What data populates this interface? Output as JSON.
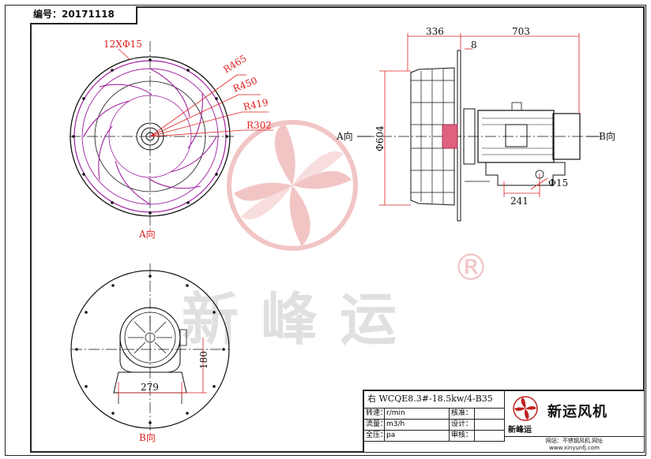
{
  "drawing_number": {
    "label": "编号：",
    "value": "20171118"
  },
  "watermark": {
    "brand": "新峰运",
    "registered": "®"
  },
  "front_view": {
    "holes": "12XΦ15",
    "r465": "R465",
    "r450": "R450",
    "r419": "R419",
    "r302": "R302",
    "view_label": "A向"
  },
  "side_view": {
    "dim_336": "336",
    "dim_8": "8",
    "dim_703": "703",
    "dim_604": "Φ604",
    "dim_241": "241",
    "dim_phi15": "Φ15",
    "label_a": "A向",
    "label_b": "B向"
  },
  "rear_view": {
    "dim_279": "279",
    "dim_180": "180",
    "view_label": "B向"
  },
  "title_block": {
    "model": "右 WCQE8.3#-18.5kw/4-B35",
    "rows": [
      {
        "label": "转速：",
        "unit": "r/min",
        "role": "核准："
      },
      {
        "label": "流量：",
        "unit": "m3/h",
        "role": "设计："
      },
      {
        "label": "全压：",
        "unit": "pa",
        "role": "审核："
      }
    ],
    "company": "新运风机",
    "brand_small": "新峰运",
    "website_label": "网站：不锈钢风机.网址",
    "website_url": "www.xinyunfj.com"
  },
  "colors": {
    "line": "#111111",
    "impeller": "#a020a0",
    "dimension": "#e02020",
    "watermark": "#f0b0b0"
  }
}
